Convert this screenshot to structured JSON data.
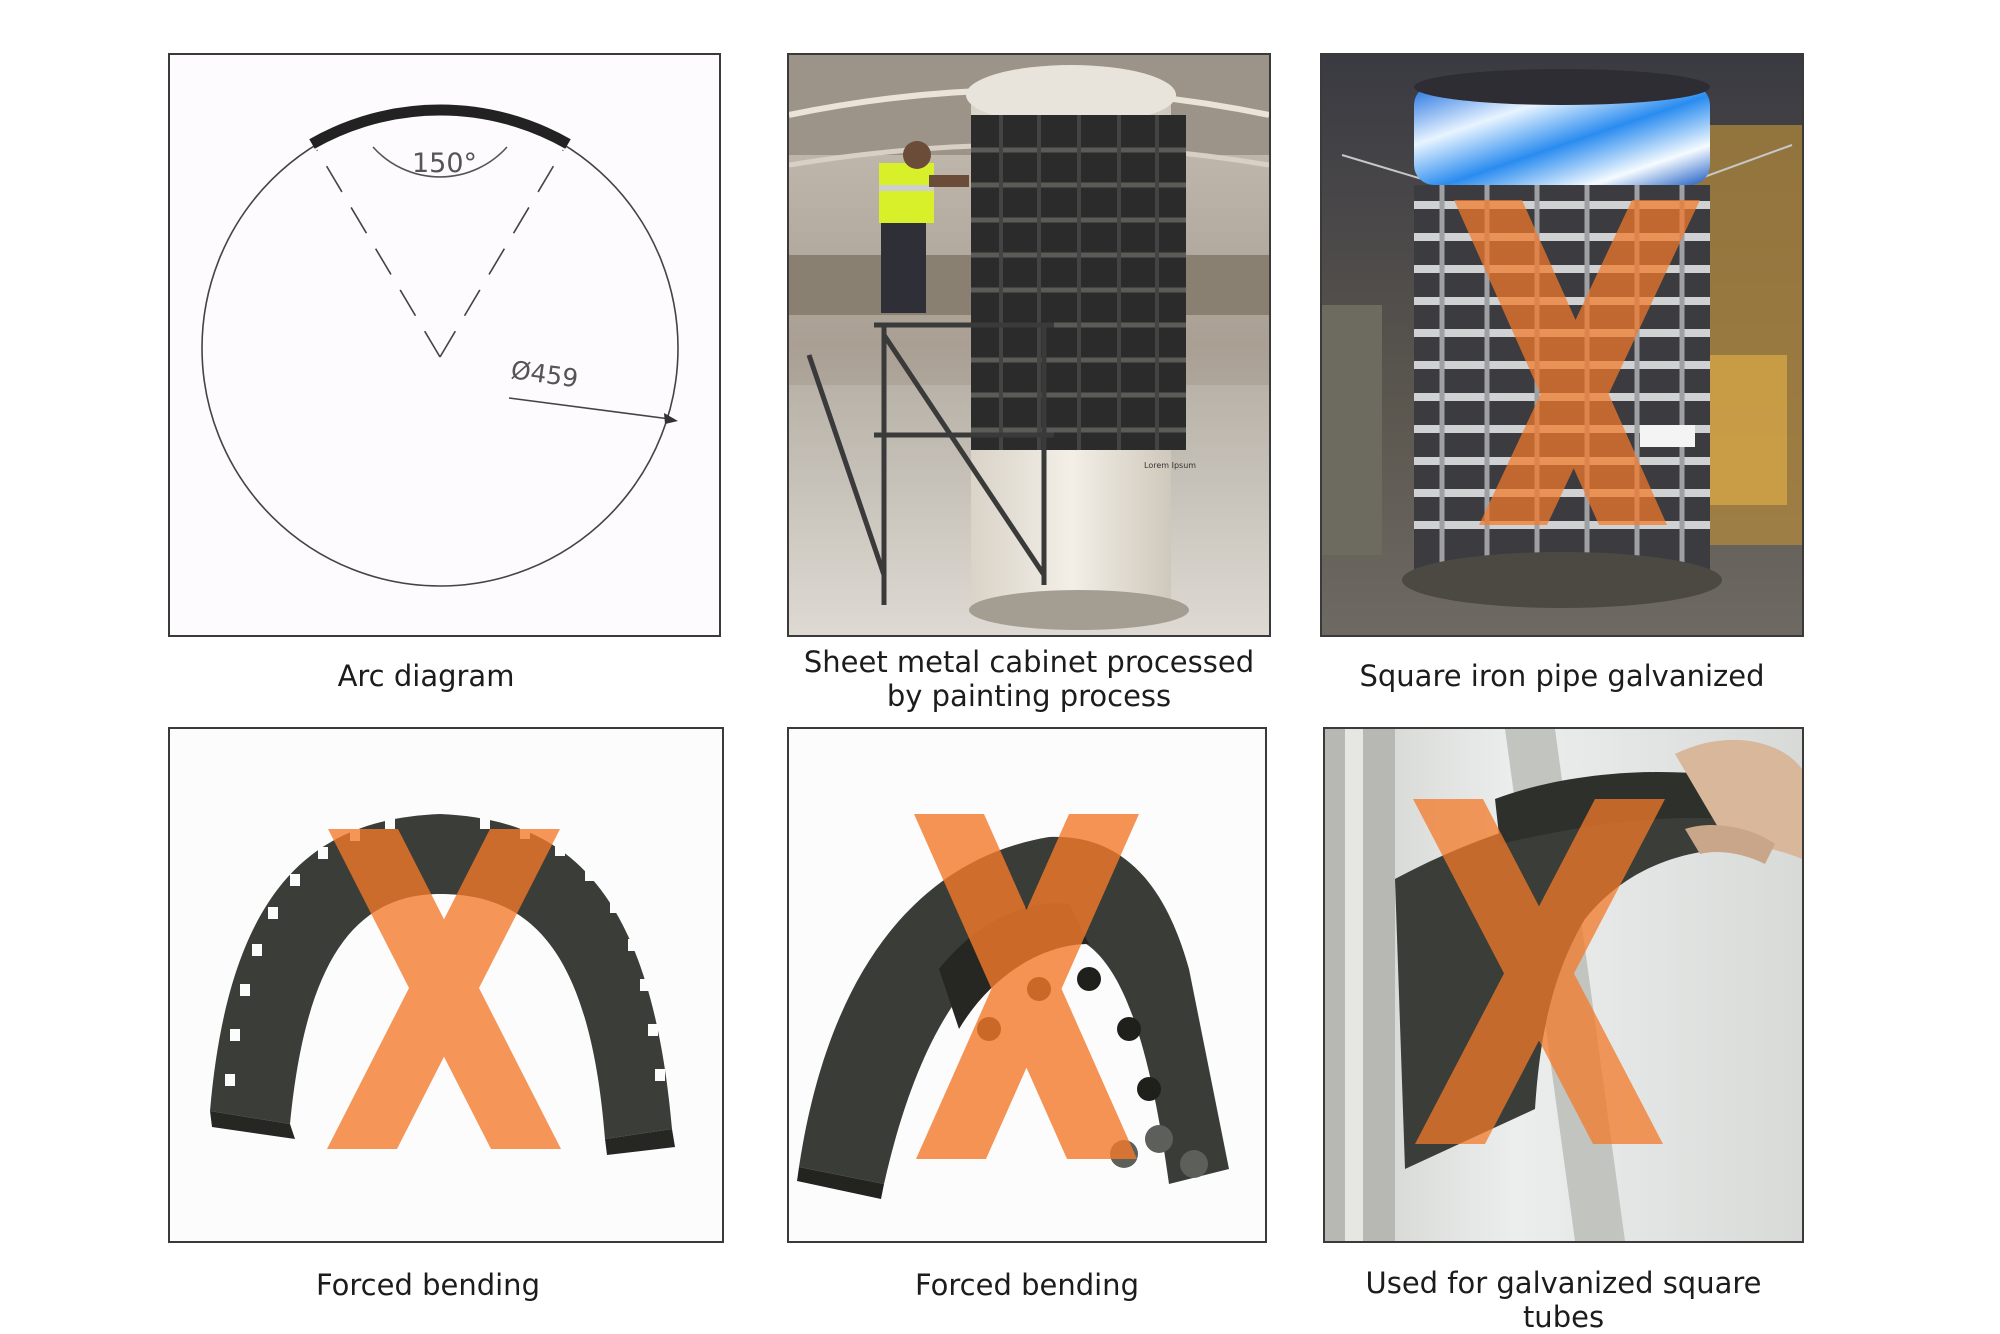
{
  "panels": [
    {
      "id": "arc-diagram",
      "caption": "Arc diagram",
      "diagram": {
        "angle_label": "150°",
        "diameter_label": "Ø459"
      }
    },
    {
      "id": "sheet-metal-cabinet",
      "caption_line1": "Sheet metal cabinet processed",
      "caption_line2": "by painting process",
      "photo_text": "Lorem Ipsum"
    },
    {
      "id": "square-iron-pipe",
      "caption": "Square iron pipe galvanized",
      "marked_x": true
    },
    {
      "id": "forced-bending-1",
      "caption": "Forced bending",
      "marked_x": true
    },
    {
      "id": "forced-bending-2",
      "caption": "Forced bending",
      "marked_x": true
    },
    {
      "id": "galvanized-tubes",
      "caption": "Used for galvanized square tubes",
      "marked_x": true
    }
  ],
  "colors": {
    "x_mark": "#f47a2a",
    "border": "#3a3a3a",
    "module": "#3b3d38"
  }
}
